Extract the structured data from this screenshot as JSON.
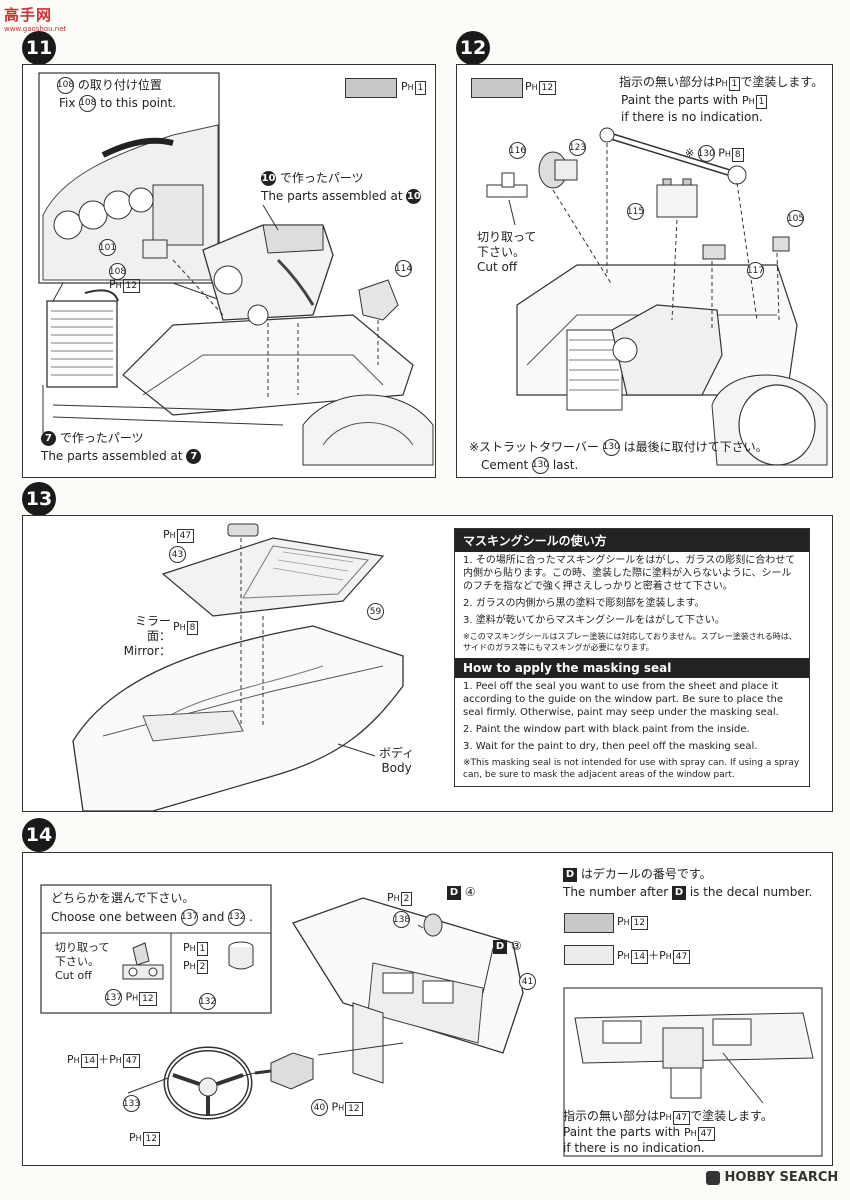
{
  "header": {
    "logo_text": "高手网",
    "logo_sub": "www.gaoshou.net"
  },
  "steps": {
    "s11": "11",
    "s12": "12",
    "s13": "13",
    "s14": "14"
  },
  "step11": {
    "fix_jp": "の取り付け位置",
    "fix_en_a": "Fix",
    "fix_en_b": "to this point.",
    "part108": "108",
    "paint": "H",
    "paint_num": "1",
    "part10_jp": "で作ったパーツ",
    "part10_en": "The parts assembled at",
    "ref10": "10",
    "p101": "101",
    "p108": "108",
    "p108_paint": "12",
    "p114": "114",
    "part7_jp": "で作ったパーツ",
    "part7_en": "The parts assembled at",
    "ref7": "7"
  },
  "step12": {
    "paint_num": "12",
    "note_jp": "指示の無い部分は",
    "note_jp2": "で塗装します。",
    "note_num": "1",
    "note_en": "Paint the parts with",
    "note_en2": "if there is no indication.",
    "p116": "116",
    "p123": "123",
    "p130": "130",
    "p130_paint": "8",
    "p115": "115",
    "p105": "105",
    "p117": "117",
    "cut_jp1": "切り取って",
    "cut_jp2": "下さい。",
    "cut_en": "Cut off",
    "strut_jp": "※ストラットタワーバー",
    "strut_jp2": "は最後に取付けて下さい。",
    "strut_en_a": "Cement",
    "strut_en_b": "last.",
    "star": "※"
  },
  "step13": {
    "p43": "43",
    "p43_paint": "47",
    "p59": "59",
    "mirror_jp": "ミラー面：",
    "mirror_en": "Mirror：",
    "mirror_paint": "8",
    "body_jp": "ボディ",
    "body_en": "Body",
    "jp_title": "マスキングシールの使い方",
    "jp_items": [
      "1. その場所に合ったマスキングシールをはがし、ガラスの彫刻に合わせて内側から貼ります。この時、塗装した際に塗料が入らないように、シールのフチを指などで強く押さえしっかりと密着させて下さい。",
      "2. ガラスの内側から黒の塗料で彫刻部を塗装します。",
      "3. 塗料が乾いてからマスキングシールをはがして下さい。"
    ],
    "jp_note": "※このマスキングシールはスプレー塗装には対応しておりません。スプレー塗装される時は、サイドのガラス等にもマスキングが必要になります。",
    "en_title": "How to apply the masking seal",
    "en_items": [
      "1. Peel off the seal you want to use from the sheet and place it according to the guide on the window part. Be sure to place the seal firmly. Otherwise, paint may seep under the masking seal.",
      "2. Paint the window part with black paint from the inside.",
      "3. Wait for the paint to dry, then peel off the masking seal."
    ],
    "en_note": "※This masking seal is not intended for use with spray can. If using a spray can, be sure to mask the adjacent areas of the window part."
  },
  "step14": {
    "choose_jp": "どちらかを選んで下さい。",
    "choose_en_a": "Choose one between",
    "choose_en_b": "and",
    "p137": "137",
    "p132": "132",
    "cut_jp1": "切り取って",
    "cut_jp2": "下さい。",
    "cut_en": "Cut off",
    "p137_paint": "12",
    "p132_paint1": "1",
    "p132_paint2": "2",
    "p138": "138",
    "p138_paint": "2",
    "decal4": "④",
    "decal3": "③",
    "p41": "41",
    "decal_jp": "はデカールの番号です。",
    "decal_en": "The number after",
    "decal_en2": "is the decal number.",
    "swatch1": "12",
    "swatch2a": "14",
    "swatch2b": "47",
    "p133": "133",
    "p133_paint1": "14",
    "p133_paint2": "47",
    "p133_paint3": "12",
    "p40": "40",
    "p40_paint": "12",
    "plus": "＋",
    "note_jp": "指示の無い部分は",
    "note_jp2": "で塗装します。",
    "note_num": "47",
    "note_en": "Paint the parts with",
    "note_en2": "if there is no indication.",
    "D": "D"
  },
  "footer": {
    "watermark": "HOBBY SEARCH"
  }
}
